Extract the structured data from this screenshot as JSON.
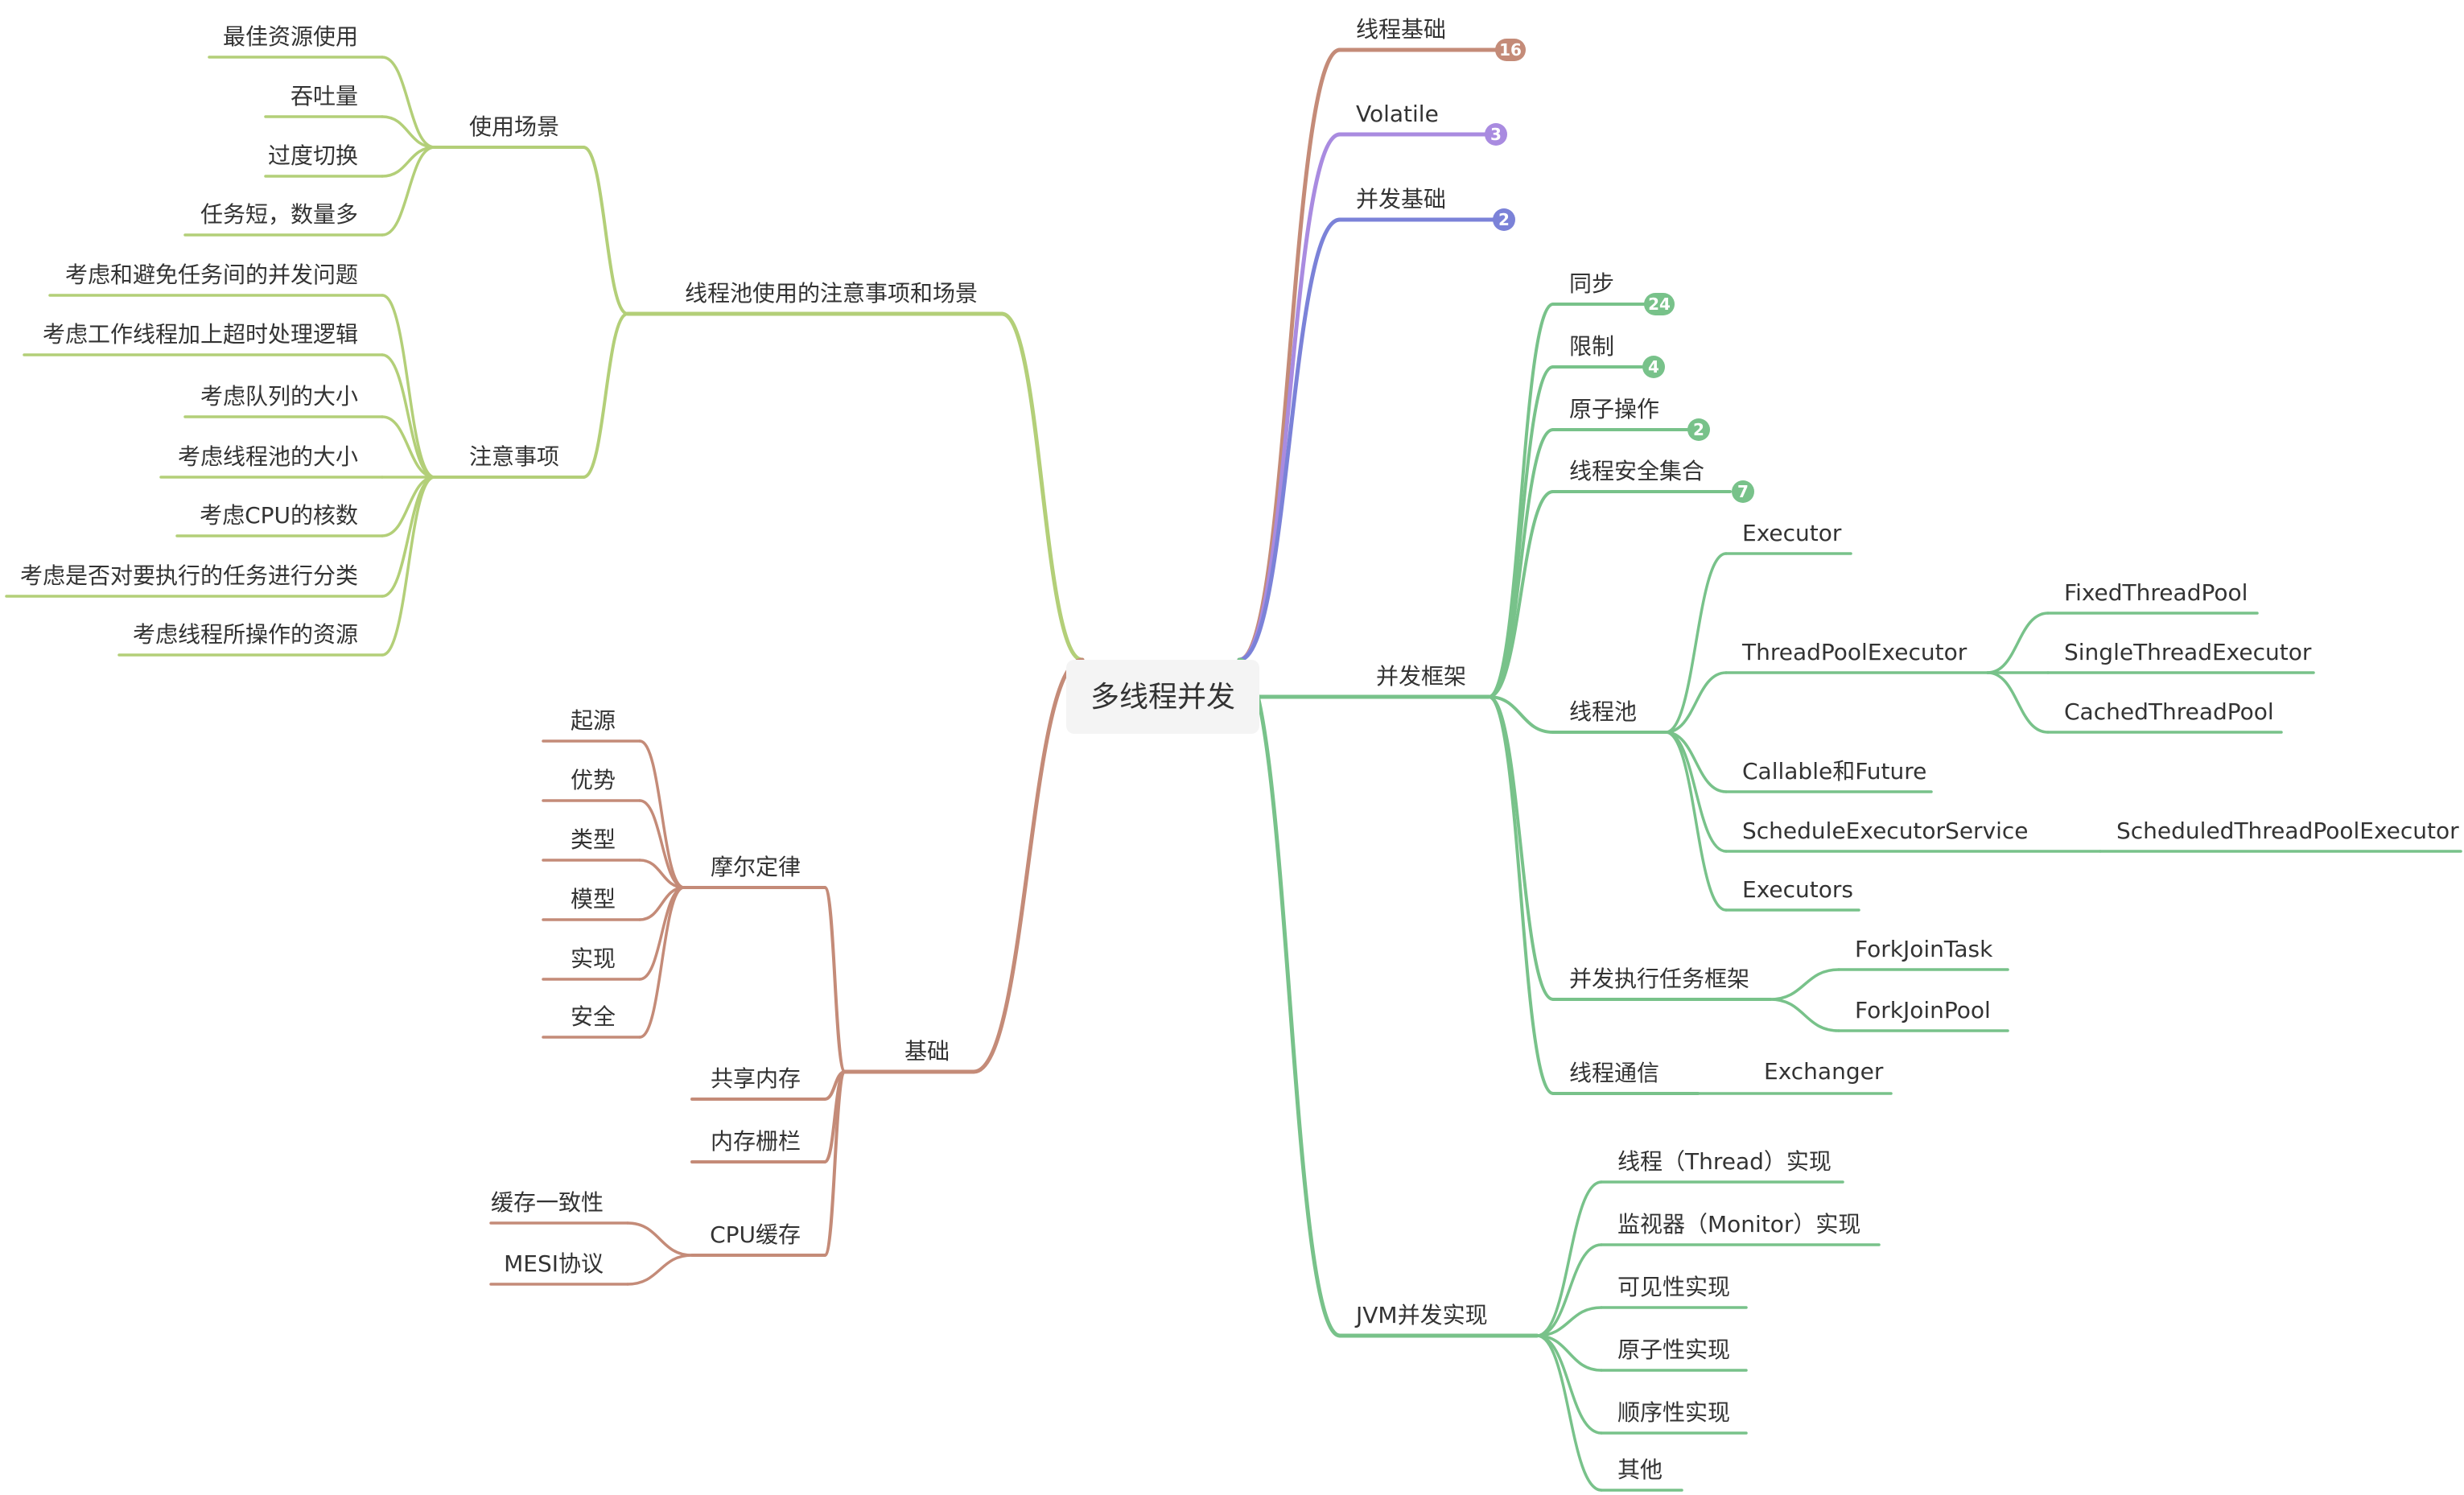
{
  "colors": {
    "green": "#78c28a",
    "olive": "#b3cf78",
    "brown": "#c48b78",
    "purple": "#a98be0",
    "blue": "#7b82d8",
    "root_bg": "#f4f4f4",
    "text": "#333333"
  },
  "root": "多线程并发",
  "branches": {
    "thread_basics": {
      "label": "线程基础",
      "badge": "16"
    },
    "volatile": {
      "label": "Volatile",
      "badge": "3"
    },
    "conc_basics": {
      "label": "并发基础",
      "badge": "2"
    },
    "framework": {
      "label": "并发框架",
      "sync": {
        "label": "同步",
        "badge": "24"
      },
      "limit": {
        "label": "限制",
        "badge": "4"
      },
      "atomic": {
        "label": "原子操作",
        "badge": "2"
      },
      "safe_coll": {
        "label": "线程安全集合",
        "badge": "7"
      },
      "pool": {
        "label": "线程池",
        "executor": "Executor",
        "tpe": "ThreadPoolExecutor",
        "fixed": "FixedThreadPool",
        "single": "SingleThreadExecutor",
        "cached": "CachedThreadPool",
        "callable": "Callable和Future",
        "ses": "ScheduleExecutorService",
        "stpe": "ScheduledThreadPoolExecutor",
        "executors": "Executors"
      },
      "forkjoin": {
        "label": "并发执行任务框架",
        "task": "ForkJoinTask",
        "pool": "ForkJoinPool"
      },
      "comm": {
        "label": "线程通信",
        "exchanger": "Exchanger"
      }
    },
    "jvm": {
      "label": "JVM并发实现",
      "items": [
        "线程（Thread）实现",
        "监视器（Monitor）实现",
        "可见性实现",
        "原子性实现",
        "顺序性实现",
        "其他"
      ]
    },
    "pool_use": {
      "label": "线程池使用的注意事项和场景",
      "scenes": {
        "label": "使用场景",
        "items": [
          "最佳资源使用",
          "吞吐量",
          "过度切换",
          "任务短，数量多"
        ]
      },
      "notes": {
        "label": "注意事项",
        "items": [
          "考虑和避免任务间的并发问题",
          "考虑工作线程加上超时处理逻辑",
          "考虑队列的大小",
          "考虑线程池的大小",
          "考虑CPU的核数",
          "考虑是否对要执行的任务进行分类",
          "考虑线程所操作的资源"
        ]
      }
    },
    "basics": {
      "label": "基础",
      "moore": {
        "label": "摩尔定律",
        "items": [
          "起源",
          "优势",
          "类型",
          "模型",
          "实现",
          "安全"
        ]
      },
      "shared": "共享内存",
      "barrier": "内存栅栏",
      "cpu": {
        "label": "CPU缓存",
        "items": [
          "缓存一致性",
          "MESI协议"
        ]
      }
    }
  }
}
